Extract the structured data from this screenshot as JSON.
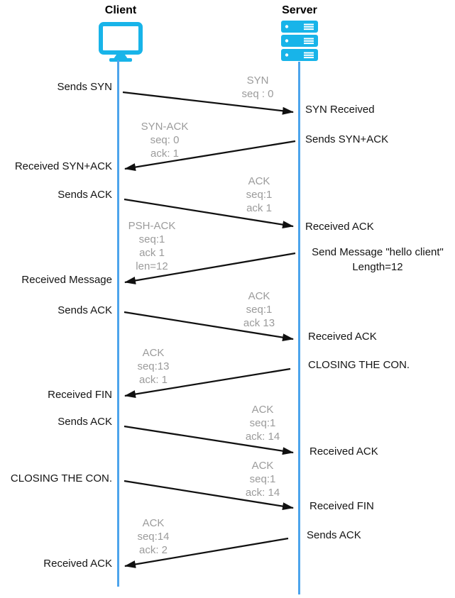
{
  "diagram_title": "TCP client-server sequence (handshake, data transfer, termination)",
  "colors": {
    "icon_cyan": "#18b4e9",
    "lifeline_blue": "#4da4ec",
    "packet_gray": "#9b9b9b",
    "event_black": "#141414",
    "arrow_black": "#111111"
  },
  "actors": {
    "client": {
      "label": "Client",
      "icon": "monitor-icon"
    },
    "server": {
      "label": "Server",
      "icon": "server-rack-icon"
    }
  },
  "events": {
    "left": [
      "Sends SYN",
      "Received SYN+ACK",
      "Sends ACK",
      "Received Message",
      "Sends ACK",
      "Received FIN",
      "Sends ACK",
      "CLOSING THE CON.",
      "Received ACK"
    ],
    "right": [
      "SYN Received",
      "Sends SYN+ACK",
      "Received ACK",
      "Received ACK",
      "CLOSING THE CON.",
      "Received ACK",
      "Received FIN",
      "Sends ACK"
    ],
    "server_message": {
      "line1": "Send Message \"hello client\"",
      "line2": "Length=12"
    }
  },
  "packets": [
    {
      "direction": "client-to-server",
      "lines": [
        "SYN",
        "seq : 0"
      ]
    },
    {
      "direction": "server-to-client",
      "lines": [
        "SYN-ACK",
        "seq: 0",
        "ack: 1"
      ]
    },
    {
      "direction": "client-to-server",
      "lines": [
        "ACK",
        "seq:1",
        "ack 1"
      ]
    },
    {
      "direction": "server-to-client",
      "lines": [
        "PSH-ACK",
        "seq:1",
        "ack 1",
        "len=12"
      ]
    },
    {
      "direction": "client-to-server",
      "lines": [
        "ACK",
        "seq:1",
        "ack 13"
      ]
    },
    {
      "direction": "server-to-client",
      "lines": [
        "ACK",
        "seq:13",
        "ack: 1"
      ]
    },
    {
      "direction": "client-to-server",
      "lines": [
        "ACK",
        "seq:1",
        "ack: 14"
      ]
    },
    {
      "direction": "client-to-server",
      "lines": [
        "ACK",
        "seq:1",
        "ack: 14"
      ]
    },
    {
      "direction": "server-to-client",
      "lines": [
        "ACK",
        "seq:14",
        "ack: 2"
      ]
    }
  ]
}
